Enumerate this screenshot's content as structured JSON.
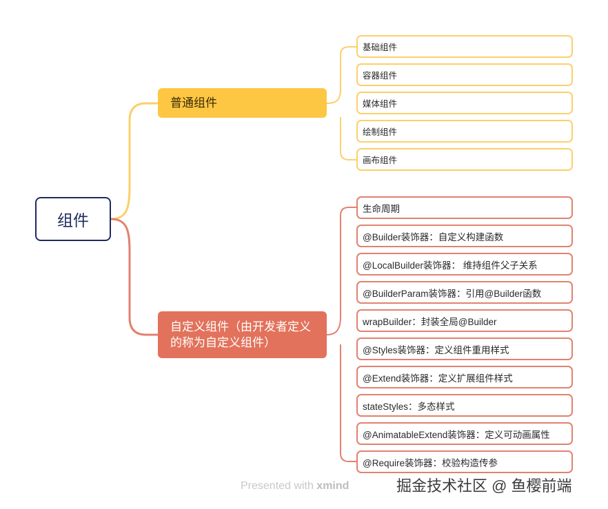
{
  "root": {
    "label": "组件"
  },
  "branches": {
    "common": {
      "label": "普通组件",
      "children": [
        "基础组件",
        "容器组件",
        "媒体组件",
        "绘制组件",
        "画布组件"
      ]
    },
    "custom": {
      "label": "自定义组件（由开发者定义的称为自定义组件）",
      "children": [
        "生命周期",
        "@Builder装饰器：自定义构建函数",
        "@LocalBuilder装饰器： 维持组件父子关系",
        "@BuilderParam装饰器：引用@Builder函数",
        "wrapBuilder：封装全局@Builder",
        "@Styles装饰器：定义组件重用样式",
        "@Extend装饰器：定义扩展组件样式",
        "stateStyles：多态样式",
        "@AnimatableExtend装饰器：定义可动画属性",
        "@Require装饰器：校验构造传参"
      ]
    }
  },
  "footer": {
    "presented_with": "Presented with",
    "brand": "xmind"
  },
  "watermark": "掘金技术社区 @ 鱼樱前端",
  "colors": {
    "root_border": "#1e2a5e",
    "common_fill": "#fdc743",
    "common_line": "#fbd06b",
    "custom_fill": "#e2725b",
    "custom_line": "#e2816f"
  }
}
